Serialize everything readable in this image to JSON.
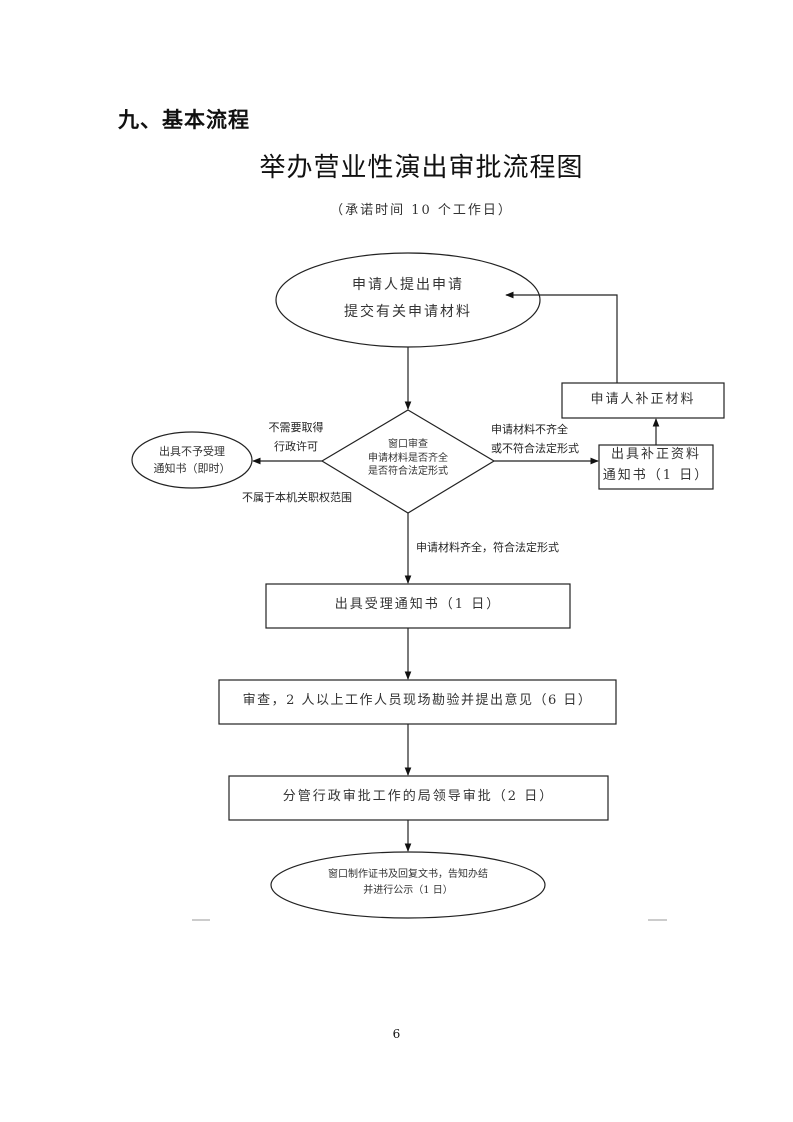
{
  "section_heading": "九、基本流程",
  "diagram": {
    "title": "举办营业性演出审批流程图",
    "subtitle": "（承诺时间 10 个工作日）",
    "nodes": {
      "apply": {
        "shape": "ellipse",
        "lines": [
          "申请人提出申请",
          "提交有关申请材料"
        ]
      },
      "review": {
        "shape": "diamond",
        "lines": [
          "窗口审查",
          "申请材料是否齐全",
          "是否符合法定形式"
        ]
      },
      "reject": {
        "shape": "ellipse",
        "lines": [
          "出具不予受理",
          "通知书（即时）"
        ]
      },
      "supplement_notice": {
        "shape": "rect",
        "lines": [
          "出具补正资料",
          "通知书（1 日）"
        ]
      },
      "supplement": {
        "shape": "rect",
        "lines": [
          "申请人补正材料"
        ]
      },
      "accept": {
        "shape": "rect",
        "lines": [
          "出具受理通知书（1 日）"
        ]
      },
      "inspect": {
        "shape": "rect",
        "lines": [
          "审查，2 人以上工作人员现场勘验并提出意见（6 日）"
        ]
      },
      "approve": {
        "shape": "rect",
        "lines": [
          "分管行政审批工作的局领导审批（2 日）"
        ]
      },
      "finish": {
        "shape": "ellipse",
        "lines": [
          "窗口制作证书及回复文书，告知办结",
          "并进行公示（1 日）"
        ]
      }
    },
    "edge_labels": {
      "to_reject_top": [
        "不需要取得",
        "行政许可"
      ],
      "to_reject_bottom": "不属于本机关职权范围",
      "to_supplement": [
        "申请材料不齐全",
        "或不符合法定形式"
      ],
      "to_accept": "申请材料齐全，符合法定形式"
    }
  },
  "page_number": "6"
}
